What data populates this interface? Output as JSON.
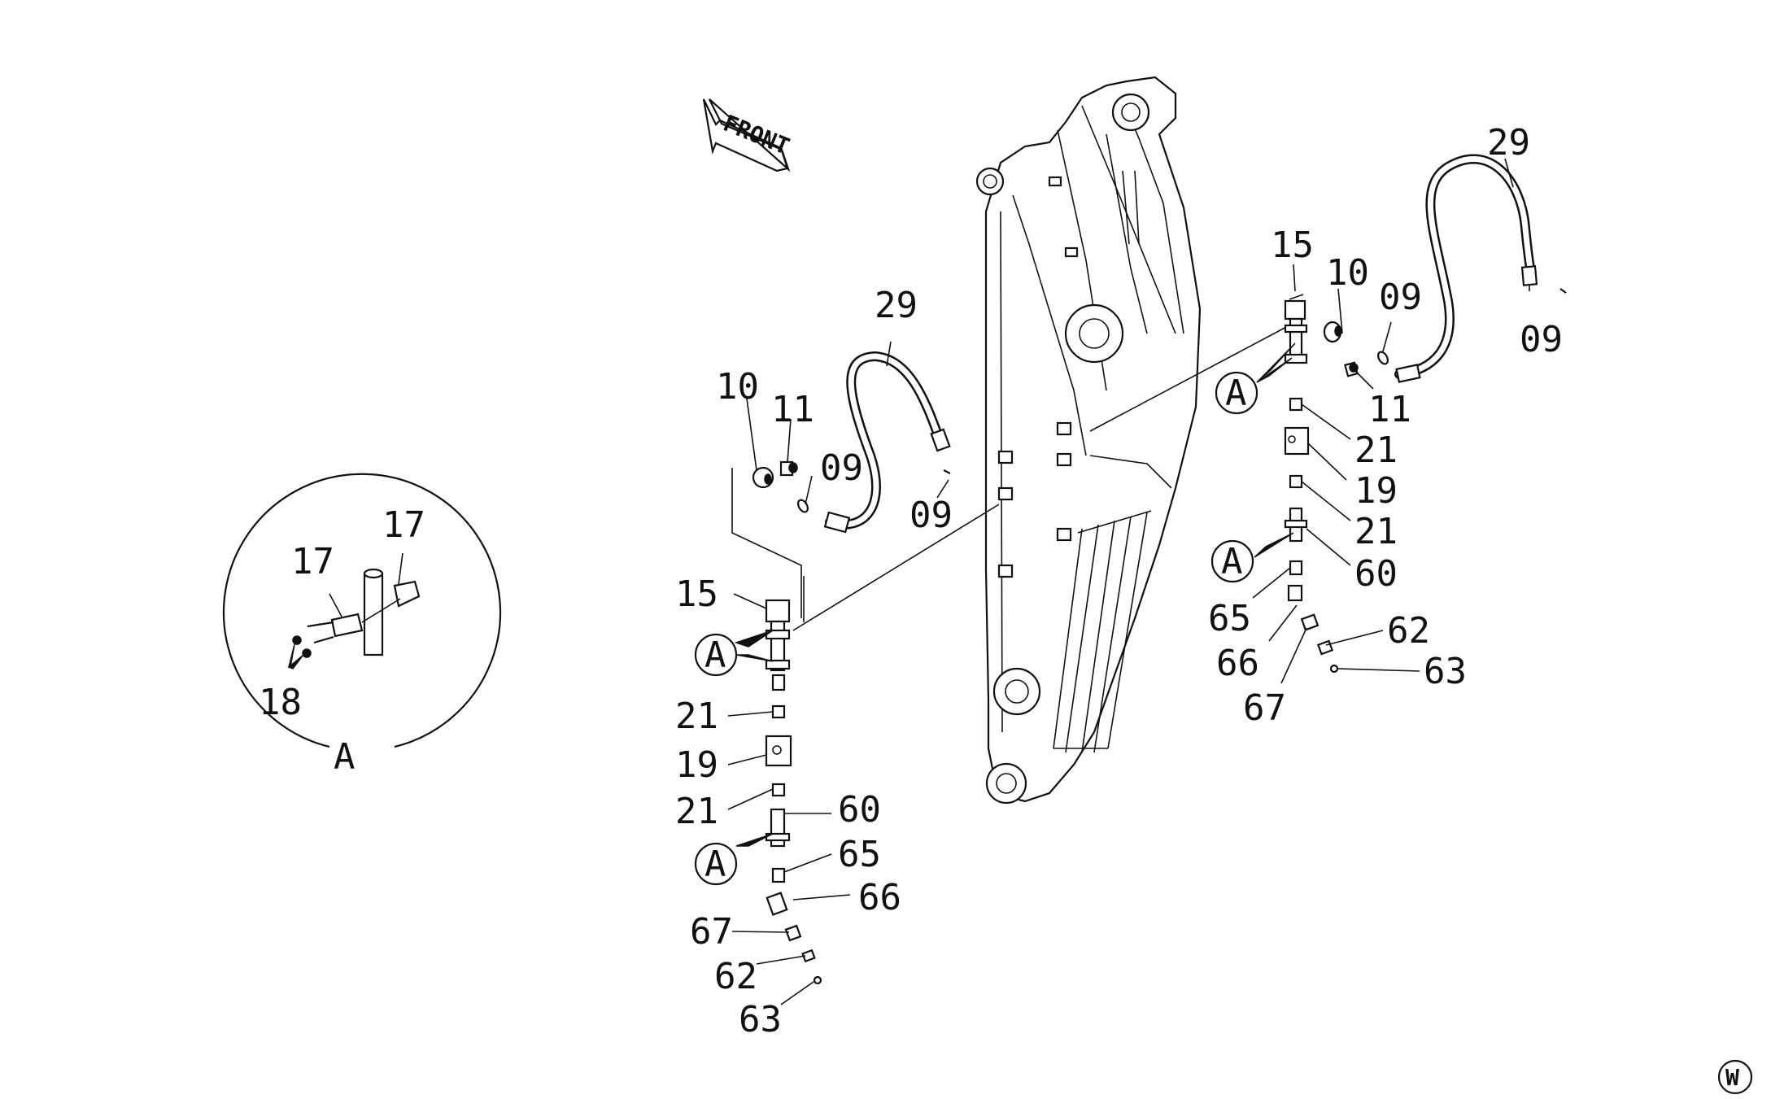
{
  "labels": {
    "p29_right": "29",
    "p15_right": "15",
    "p10_right": "10",
    "p09_right_a": "09",
    "p09_right_b": "09",
    "p11_right": "11",
    "p21_right_a": "21",
    "p19_right": "19",
    "p21_right_b": "21",
    "p60_right": "60",
    "p65_right": "65",
    "p62_right": "62",
    "p66_right": "66",
    "p63_right": "63",
    "p67_right": "67",
    "p29_left": "29",
    "p10_left": "10",
    "p11_left": "11",
    "p09_left_a": "09",
    "p09_left_b": "09",
    "p15_left": "15",
    "p21_left_a": "21",
    "p19_left": "19",
    "p21_left_b": "21",
    "p60_left": "60",
    "p65_left": "65",
    "p66_left": "66",
    "p67_left": "67",
    "p62_left": "62",
    "p63_left": "63",
    "p17_a": "17",
    "p17_b": "17",
    "p18": "18"
  },
  "callouts": {
    "a_right_top": "A",
    "a_right_bottom": "A",
    "a_left_top": "A",
    "a_left_bottom": "A",
    "detail_title": "A"
  },
  "front_arrow": "FRONT",
  "corner_mark": "W"
}
